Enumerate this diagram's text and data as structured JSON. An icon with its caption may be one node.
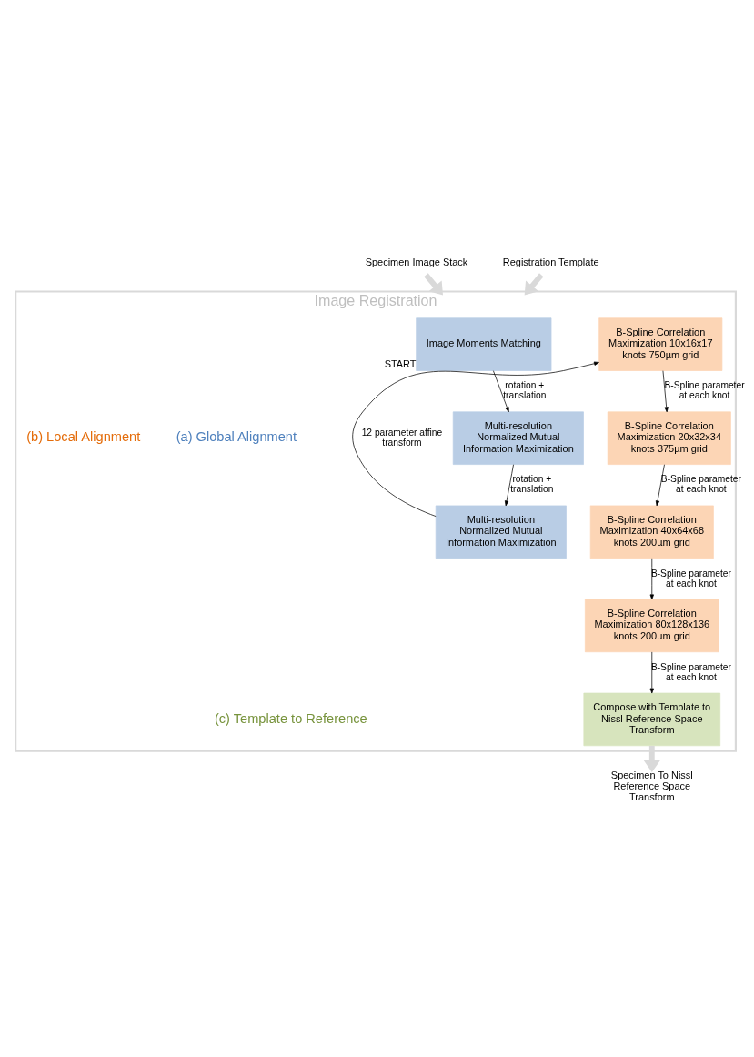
{
  "diagram": {
    "nodes": [
      {
        "text": [
          "Image Registration"
        ]
      },
      {
        "text": [
          "Specimen Image Stack"
        ]
      },
      {
        "text": [
          "Registration Template"
        ]
      },
      {
        "text": [
          "Image Moments Matching"
        ],
        "in": 0,
        "beside": [
          "START"
        ]
      },
      {
        "text": [
          "Multi-resolution Normalized Mutual Information Maximization"
        ],
        "in": 0
      },
      {
        "text": [
          "Multi-resolution Normalized Mutual Information Maximization"
        ],
        "in": 0
      },
      {
        "text": [
          "B-Spline Correlation Maximization 10x16x17 knots 750µm grid"
        ],
        "in": 0
      },
      {
        "text": [
          "B-Spline Correlation Maximization 20x32x34 knots 375µm grid"
        ],
        "in": 0
      },
      {
        "text": [
          "B-Spline Correlation Maximization 40x64x68 knots 200µm grid"
        ],
        "in": 0
      },
      {
        "text": [
          "B-Spline Correlation Maximization 80x128x136 knots 200µm grid"
        ],
        "in": 0
      },
      {
        "text": [
          "Compose with Template to Nissl Reference Space Transform"
        ],
        "in": 0
      },
      {
        "text": [
          "Specimen To Nissl Reference Space Transform"
        ]
      }
    ],
    "edges": [
      {
        "from": 1,
        "to": 0,
        "arrow": "to",
        "style": "thick",
        "color": "#d9d9d9"
      },
      {
        "from": 2,
        "to": 0,
        "arrow": "to",
        "style": "thick",
        "color": "#d9d9d9"
      },
      {
        "from": 3,
        "to": 4,
        "arrow": "to",
        "label": "rotation + translation"
      },
      {
        "from": 4,
        "to": 5,
        "arrow": "to",
        "label": "rotation + translation"
      },
      {
        "from": 5,
        "to": 6,
        "arrow": "to",
        "label": "12 parameter affine transform"
      },
      {
        "from": 6,
        "to": 7,
        "arrow": "to",
        "label": "B-Spline parameter at each knot"
      },
      {
        "from": 7,
        "to": 8,
        "arrow": "to",
        "label": "B-Spline parameter at each knot"
      },
      {
        "from": 8,
        "to": 9,
        "arrow": "to",
        "label": "B-Spline parameter at each knot"
      },
      {
        "from": 9,
        "to": 10,
        "arrow": "to",
        "label": "B-Spline parameter at each knot"
      },
      {
        "from": 10,
        "to": 11,
        "arrow": "to",
        "style": "thick",
        "color": "#d9d9d9"
      }
    ],
    "labels": [
      "(a) Global Alignment",
      "(b) Local Alignment",
      "(c) Template to Reference"
    ]
  }
}
